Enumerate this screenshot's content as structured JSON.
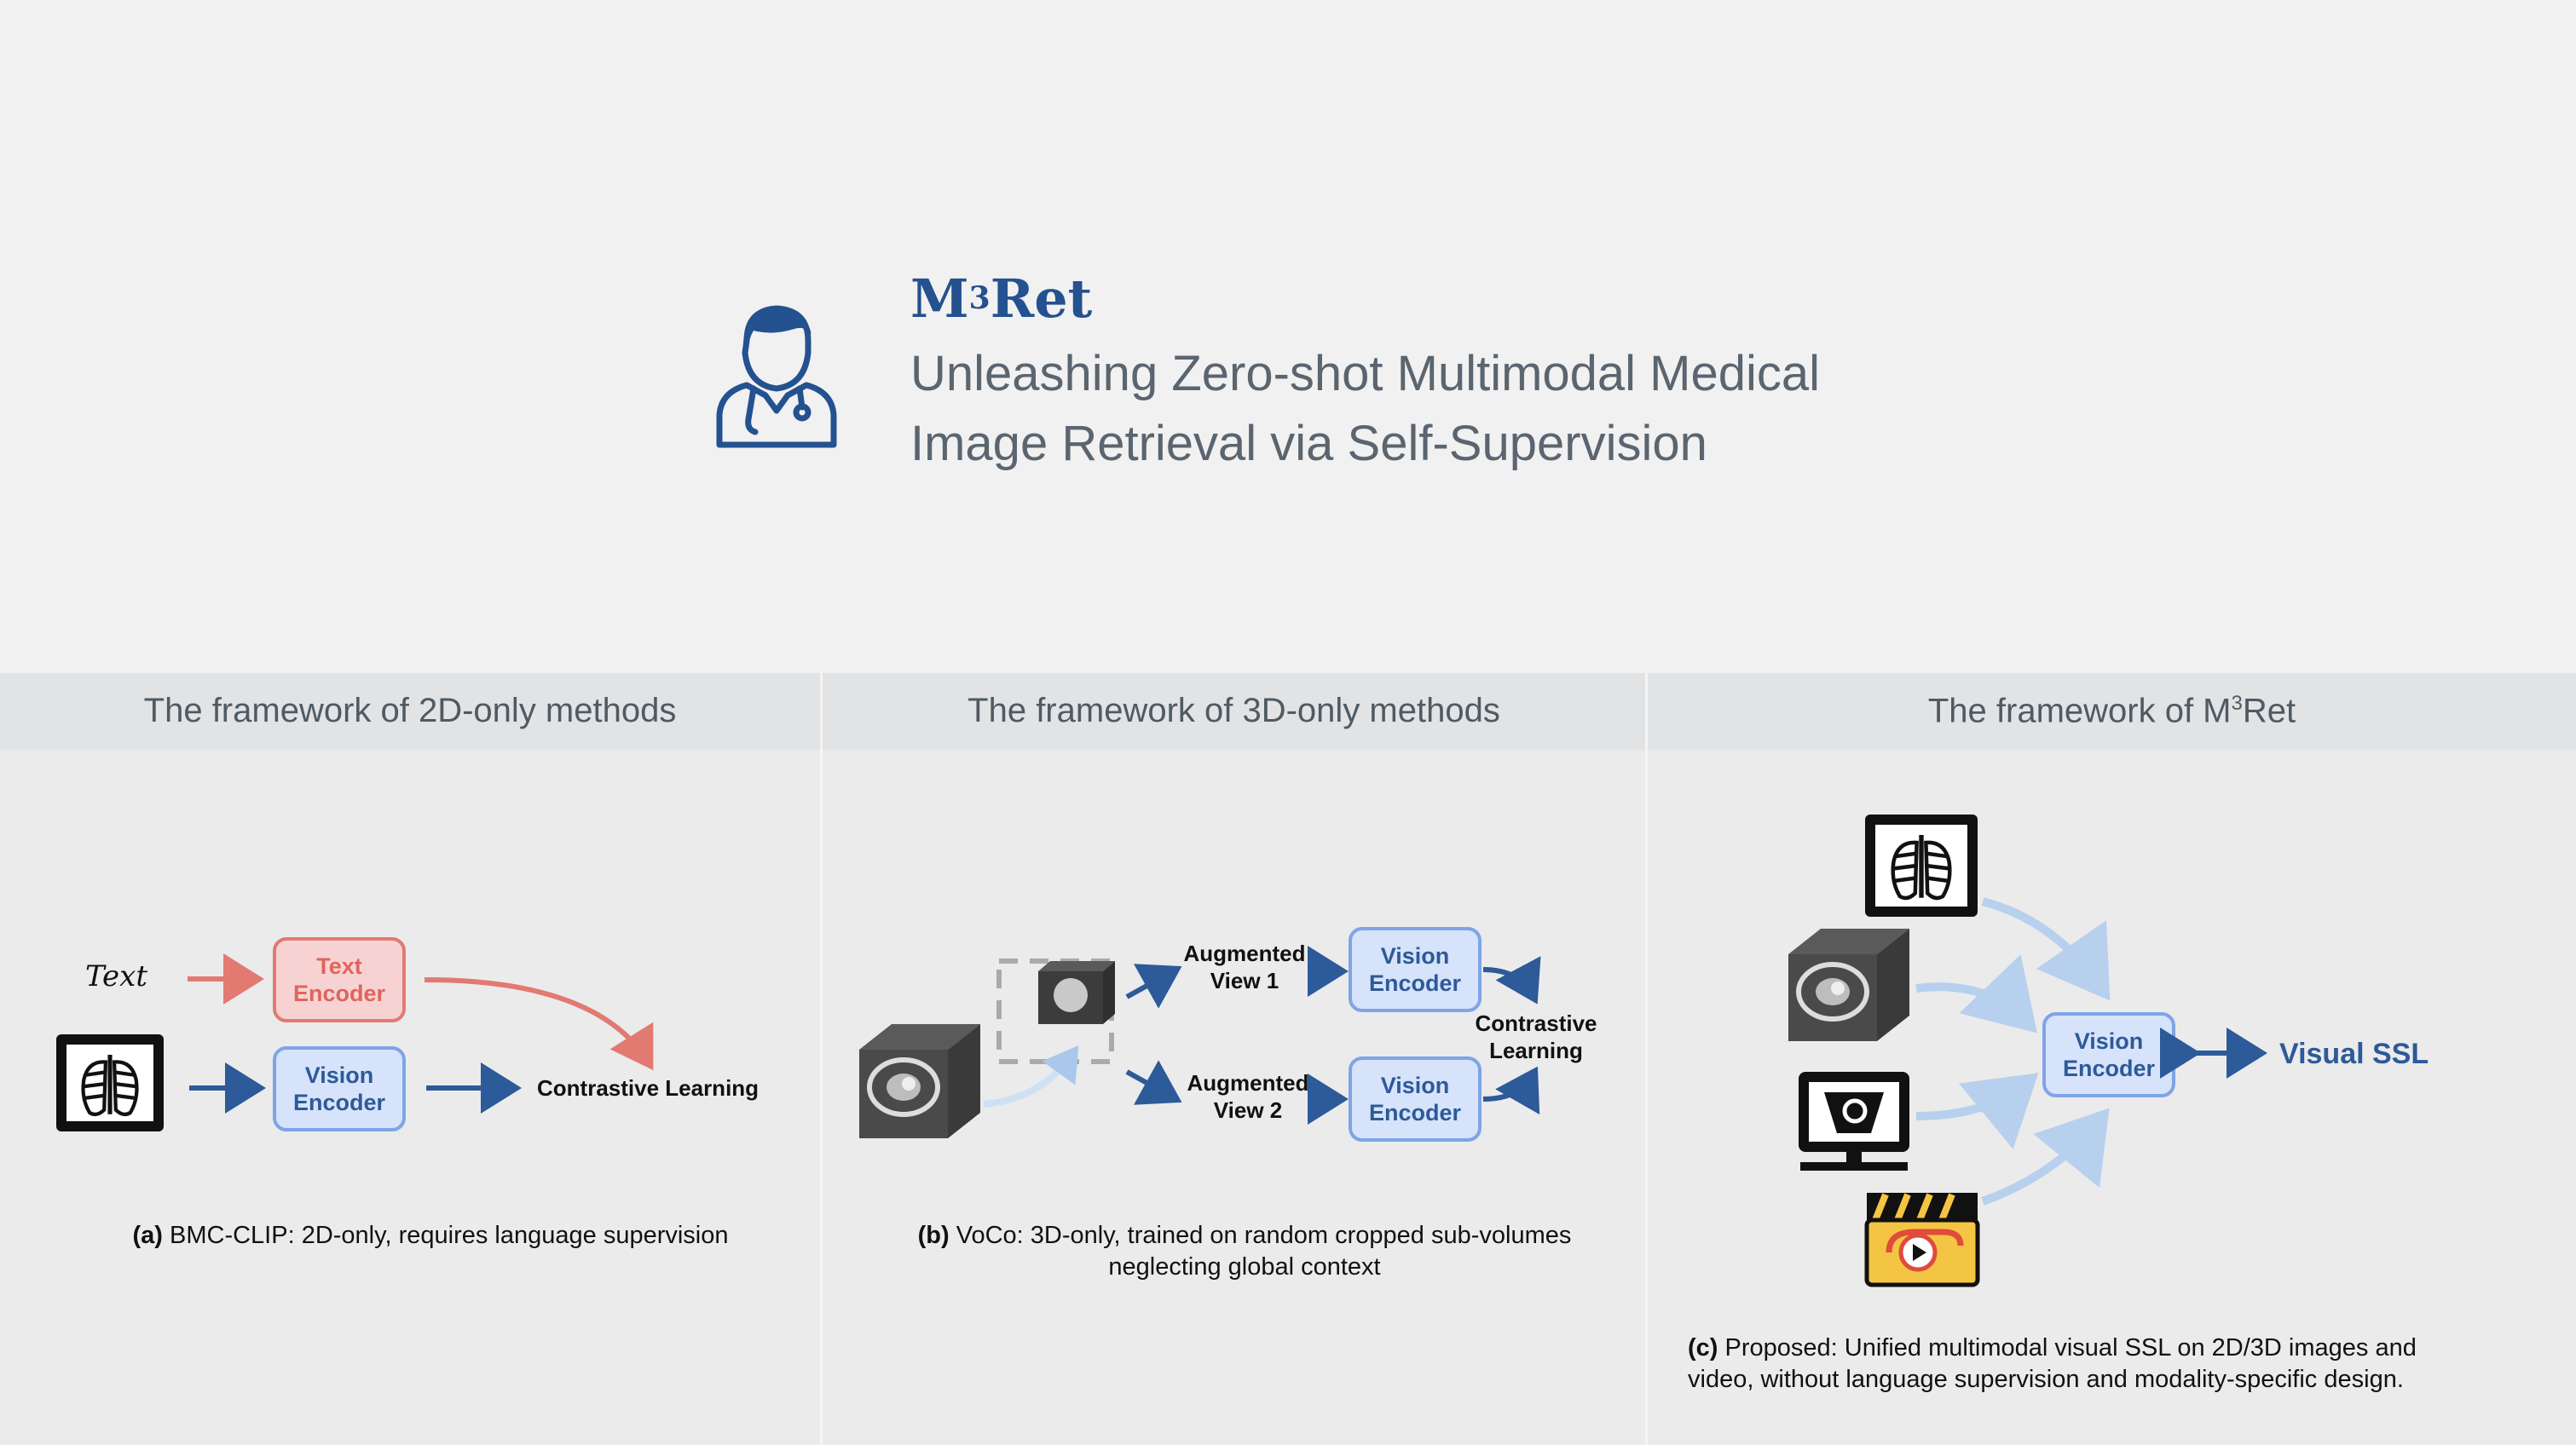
{
  "header": {
    "brand_name": "M",
    "brand_superscript": "3",
    "brand_suffix": "Ret",
    "subtitle_line1": "Unleashing Zero-shot Multimodal Medical",
    "subtitle_line2": "Image Retrieval via Self-Supervision",
    "icon": "doctor-icon"
  },
  "panels": [
    {
      "title": "The framework of 2D-only methods"
    },
    {
      "title": "The framework of 3D-only methods"
    },
    {
      "title_prefix": "The framework of M",
      "title_sup": "3",
      "title_suffix": "Ret"
    }
  ],
  "panel_a": {
    "text_label": "Text",
    "text_encoder_1": "Text",
    "text_encoder_2": "Encoder",
    "vision_encoder_1": "Vision",
    "vision_encoder_2": "Encoder",
    "contrastive": "Contrastive Learning",
    "caption_tag": "(a)",
    "caption_text": " BMC-CLIP: 2D-only, requires language supervision"
  },
  "panel_b": {
    "aug1_1": "Augmented",
    "aug1_2": "View 1",
    "aug2_1": "Augmented",
    "aug2_2": "View 2",
    "enc1_1": "Vision",
    "enc1_2": "Encoder",
    "enc2_1": "Vision",
    "enc2_2": "Encoder",
    "contrastive_1": "Contrastive",
    "contrastive_2": "Learning",
    "caption_tag": "(b)",
    "caption_text_1": " VoCo: 3D-only, trained on random cropped sub-volumes",
    "caption_text_2": "neglecting global context"
  },
  "panel_c": {
    "enc_1": "Vision",
    "enc_2": "Encoder",
    "visual_ssl": "Visual SSL",
    "caption_tag": "(c)",
    "caption_text_1": " Proposed: Unified multimodal visual SSL on 2D/3D images and",
    "caption_text_2": "video, without language supervision and modality-specific design."
  },
  "colors": {
    "brand_blue": "#24518f",
    "arrow_blue": "#2d5a98",
    "arrow_red": "#e27a72",
    "encoder_fill": "#d6e3fb",
    "encoder_stroke": "#7fa4e6",
    "text_encoder_fill": "#f6d3d2",
    "text_encoder_stroke": "#e27a72",
    "light_arrow": "#a9c8ec"
  },
  "icons": [
    "doctor-icon",
    "xray-icon",
    "ct-cube-icon",
    "ultrasound-monitor-icon",
    "video-clapper-icon"
  ]
}
